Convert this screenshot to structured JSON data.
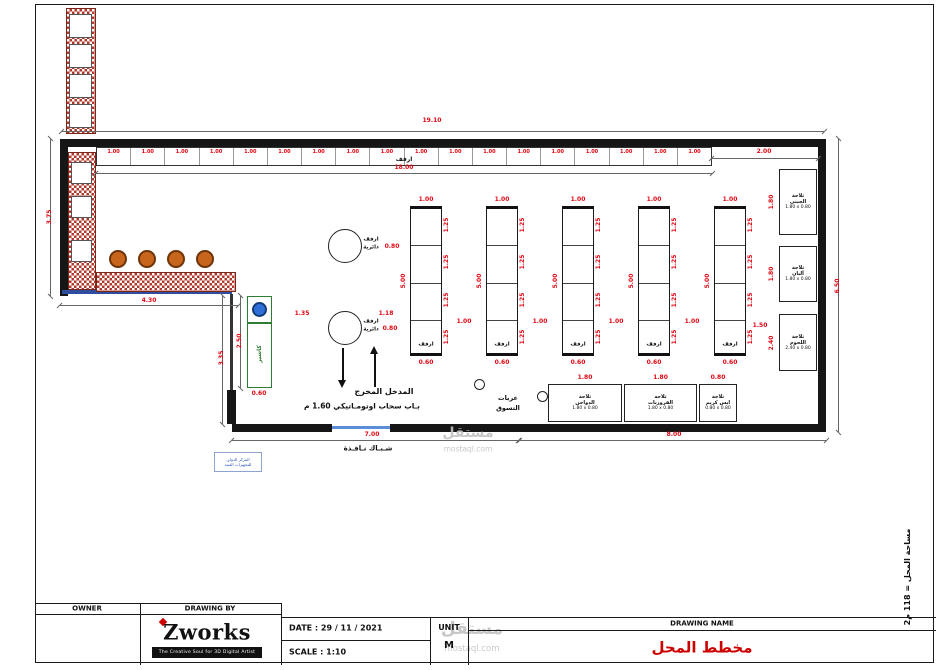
{
  "sheet": {
    "titleblock": {
      "owner_label": "OWNER",
      "drawing_by_label": "DRAWING BY",
      "logo_text": "Zworks",
      "logo_subtitle": "The Creative Soul for 3D Digital Artist",
      "date_text": "DATE : 29 / 11 / 2021",
      "scale_text": "SCALE : 1:10",
      "unit_label": "UNIT",
      "unit_value": "M",
      "drawing_name_label": "DRAWING NAME",
      "drawing_name_value": "مخطط المحل"
    },
    "area_note": "مساحة المحل = 118 م2"
  },
  "watermark": {
    "brand": "مستقل",
    "domain": "mostaql.com"
  },
  "plan": {
    "overall_width_dim": "19.10",
    "right_gap_dim": "2.00",
    "left_height_dim": "3.75",
    "right_height_dim": "6.50",
    "counter_width_dim": "4.30",
    "bottom_left_dim": "7.00",
    "bottom_right_dim": "8.00",
    "lower_left_dim": "3.35",
    "window_text": "شـبـاك نـافـذة",
    "top_shelves": {
      "cells": 18,
      "cell_dim": "1.00",
      "run_dim": "18.00",
      "label": "ارفف"
    },
    "gondolas": {
      "count": 5,
      "cells": 4,
      "cell_dim": "1.25",
      "length_dim": "5.00",
      "width_dim": "0.60",
      "gap_dim": "1.00",
      "top_gap_dim": "1.00",
      "end_gap_dim": "1.50",
      "label": "ارفف"
    },
    "circular_shelves": {
      "label_line1": "ارفف",
      "label_line2": "دائرية",
      "diameter_dim": "0.80"
    },
    "cashier": {
      "label": "كاشير",
      "depth_dim": "2.50",
      "width_dim": "0.60"
    },
    "entrance": {
      "title": "المدخل المخرج",
      "door_text": "بـاب سحاب اوتومـاتيكي 1.60 م",
      "left_dim": "1.35",
      "right_dim": "1.18"
    },
    "carts": {
      "line1": "عربات",
      "line2": "التسوق"
    },
    "note_box_lines": [
      "المركز الدولي",
      "للتجهيزات الفنية"
    ],
    "fridges_right": [
      {
        "name_line1": "ثلاجة",
        "name_line2": "الجبني",
        "size": "1.80 x 0.80",
        "side_dim": "1.80"
      },
      {
        "name_line1": "ثلاجة",
        "name_line2": "ألبان",
        "size": "1.80 x 0.80",
        "side_dim": "1.80"
      },
      {
        "name_line1": "ثلاجة",
        "name_line2": "اللحوم",
        "size": "2.40 x 0.80",
        "side_dim": "2.40"
      }
    ],
    "fridges_bottom": [
      {
        "name_line1": "ثلاجة",
        "name_line2": "الدواجن",
        "size": "1.80 x 0.80",
        "top_dim": "1.80"
      },
      {
        "name_line1": "ثلاجة",
        "name_line2": "الفروزنات",
        "size": "1.80 x 0.80",
        "top_dim": "1.80"
      },
      {
        "name_line1": "ثلاجة",
        "name_line2": "ايس كريم",
        "size": "0.80 x 0.80",
        "top_dim": "0.80"
      }
    ]
  },
  "colors": {
    "dim_red": "#e30613",
    "hatch_red": "#b0392b",
    "wall": "#161616",
    "cashier_green": "#2e7d32",
    "partition_blue": "#2e4d9e",
    "title_red": "#cc0000",
    "chair_orange": "#c8651c",
    "watermark_gray": "#c2c2c2"
  }
}
